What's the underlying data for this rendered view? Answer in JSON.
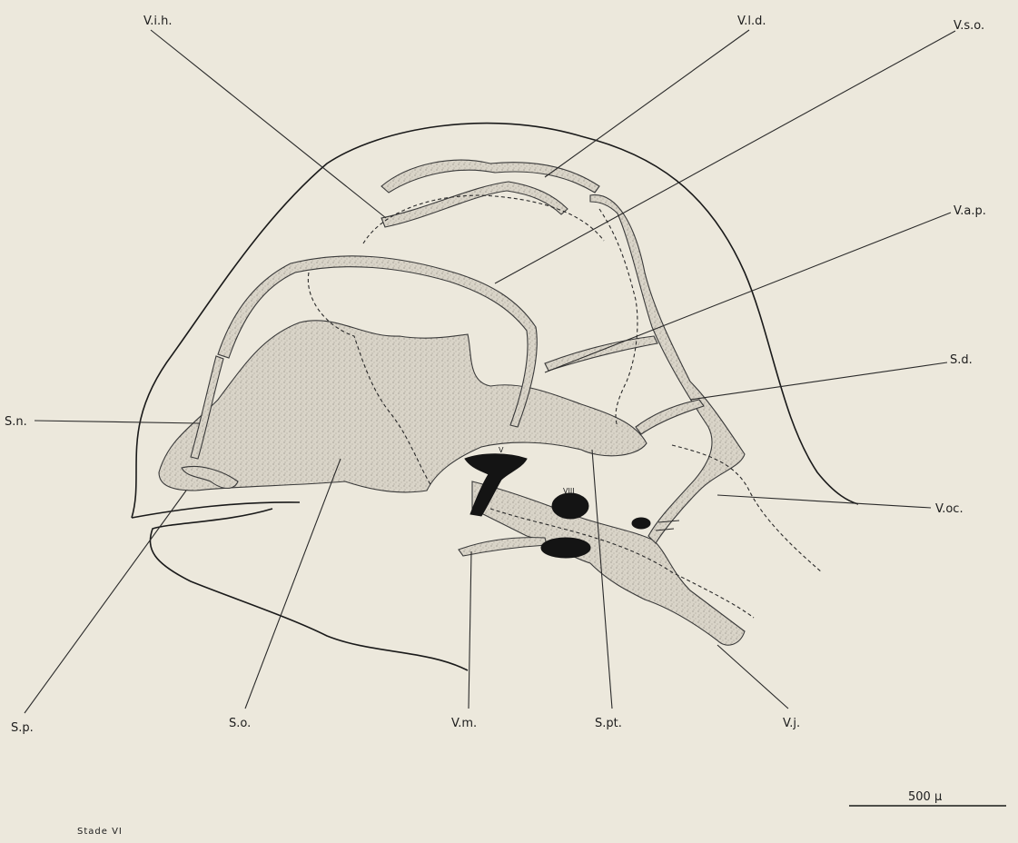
{
  "labels": {
    "v_i_h": "V.i.h.",
    "v_l_d": "V.l.d.",
    "v_s_o": "V.s.o.",
    "v_a_p": "V.a.p.",
    "s_d": "S.d.",
    "s_n": "S.n.",
    "v_oc": "V.oc.",
    "s_p": "S.p.",
    "s_o": "S.o.",
    "v_m": "V.m.",
    "s_pt": "S.pt.",
    "v_j": "V.j.",
    "nerve_v": "V",
    "nerve_viii": "VIII"
  },
  "scale_bar": {
    "label": "500 µ"
  },
  "stage": "Stade VI"
}
